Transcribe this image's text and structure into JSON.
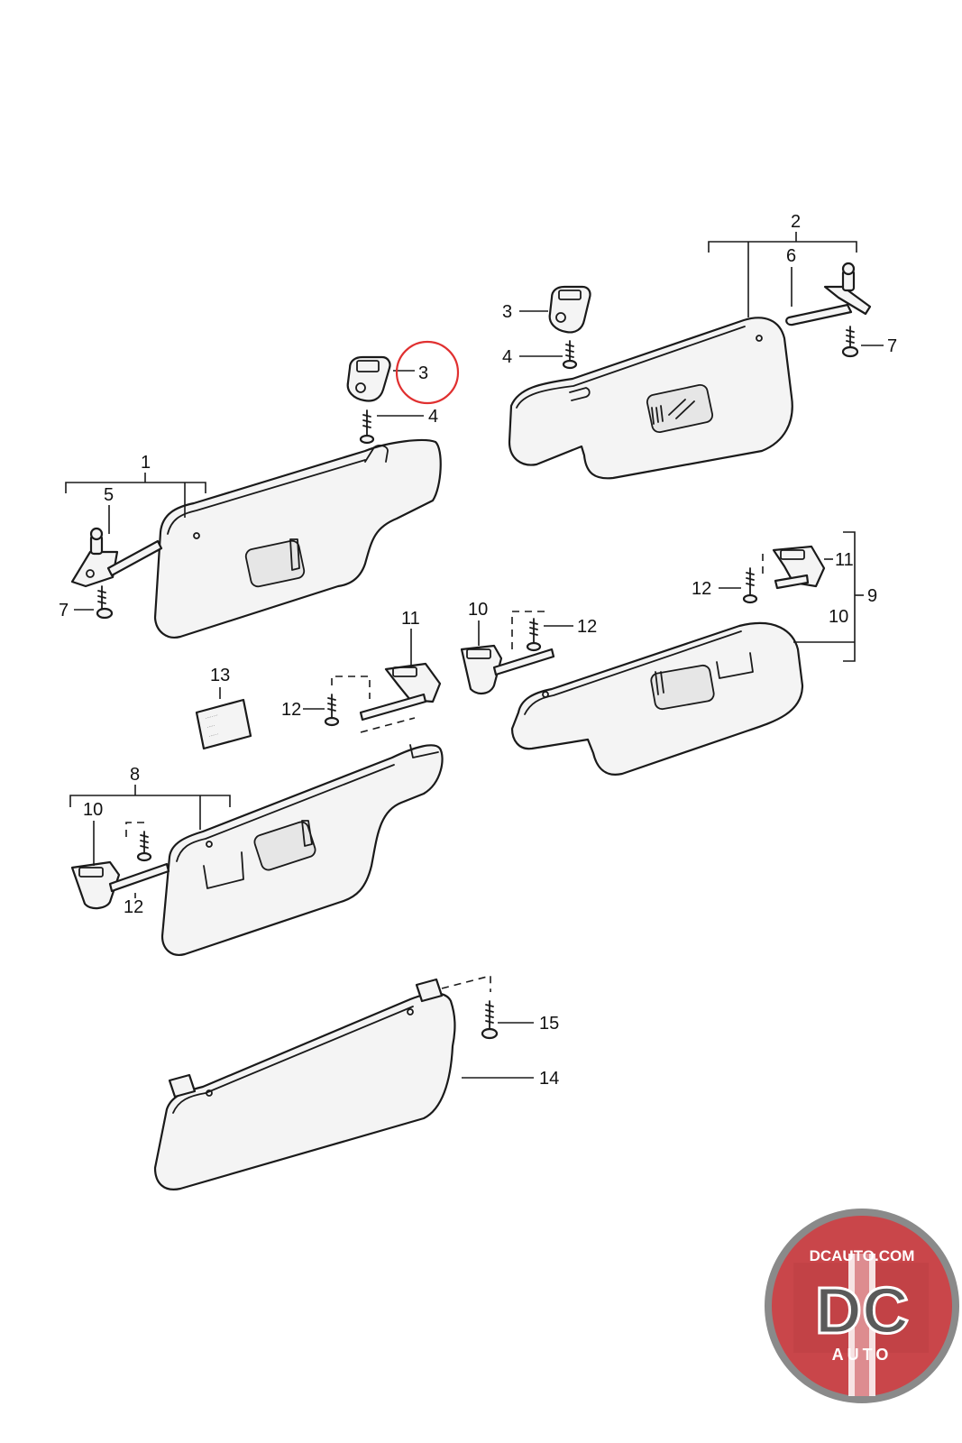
{
  "diagram": {
    "callouts": {
      "c1": "1",
      "c2": "2",
      "c3_main": "3",
      "c3_upper": "3",
      "c4_main": "4",
      "c4_upper": "4",
      "c5": "5",
      "c6": "6",
      "c7_left": "7",
      "c7_right": "7",
      "c8": "8",
      "c9": "9",
      "c10_mid": "10",
      "c10_right": "10",
      "c10_left": "10",
      "c11_mid": "11",
      "c11_right": "11",
      "c12_mid": "12",
      "c12_right_upper": "12",
      "c12_right_lower": "12",
      "c12_left": "12",
      "c13": "13",
      "c14": "14",
      "c15": "15"
    },
    "highlight": {
      "part": "3",
      "color": "#e03030"
    }
  },
  "logo": {
    "domain": "DCAUTO.COM",
    "initials": "DC",
    "word": "AUTO",
    "colors": {
      "ring": "#8a8a8a",
      "disc": "#c9464a",
      "stripe": "#ffffff"
    }
  }
}
